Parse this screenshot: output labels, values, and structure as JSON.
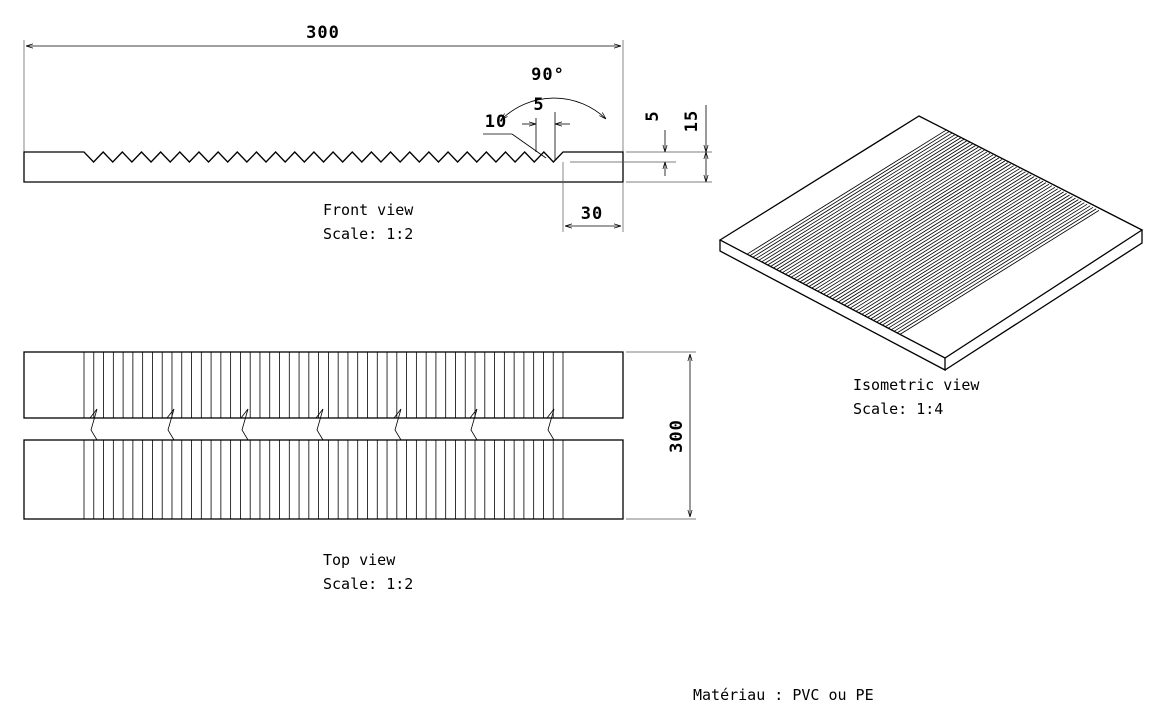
{
  "front_view": {
    "dims": {
      "overall_length": "300",
      "angle": "90°",
      "pitch": "10",
      "half_pitch": "5",
      "groove_depth": "5",
      "thickness": "15",
      "flat_end": "30"
    },
    "caption_line1": "Front view",
    "caption_line2": "Scale:  1:2"
  },
  "top_view": {
    "dims": {
      "width": "300"
    },
    "caption_line1": "Top view",
    "caption_line2": "Scale:  1:2"
  },
  "isometric_view": {
    "caption_line1": "Isometric view",
    "caption_line2": "Scale:  1:4"
  },
  "material_note": "Matériau : PVC ou PE"
}
